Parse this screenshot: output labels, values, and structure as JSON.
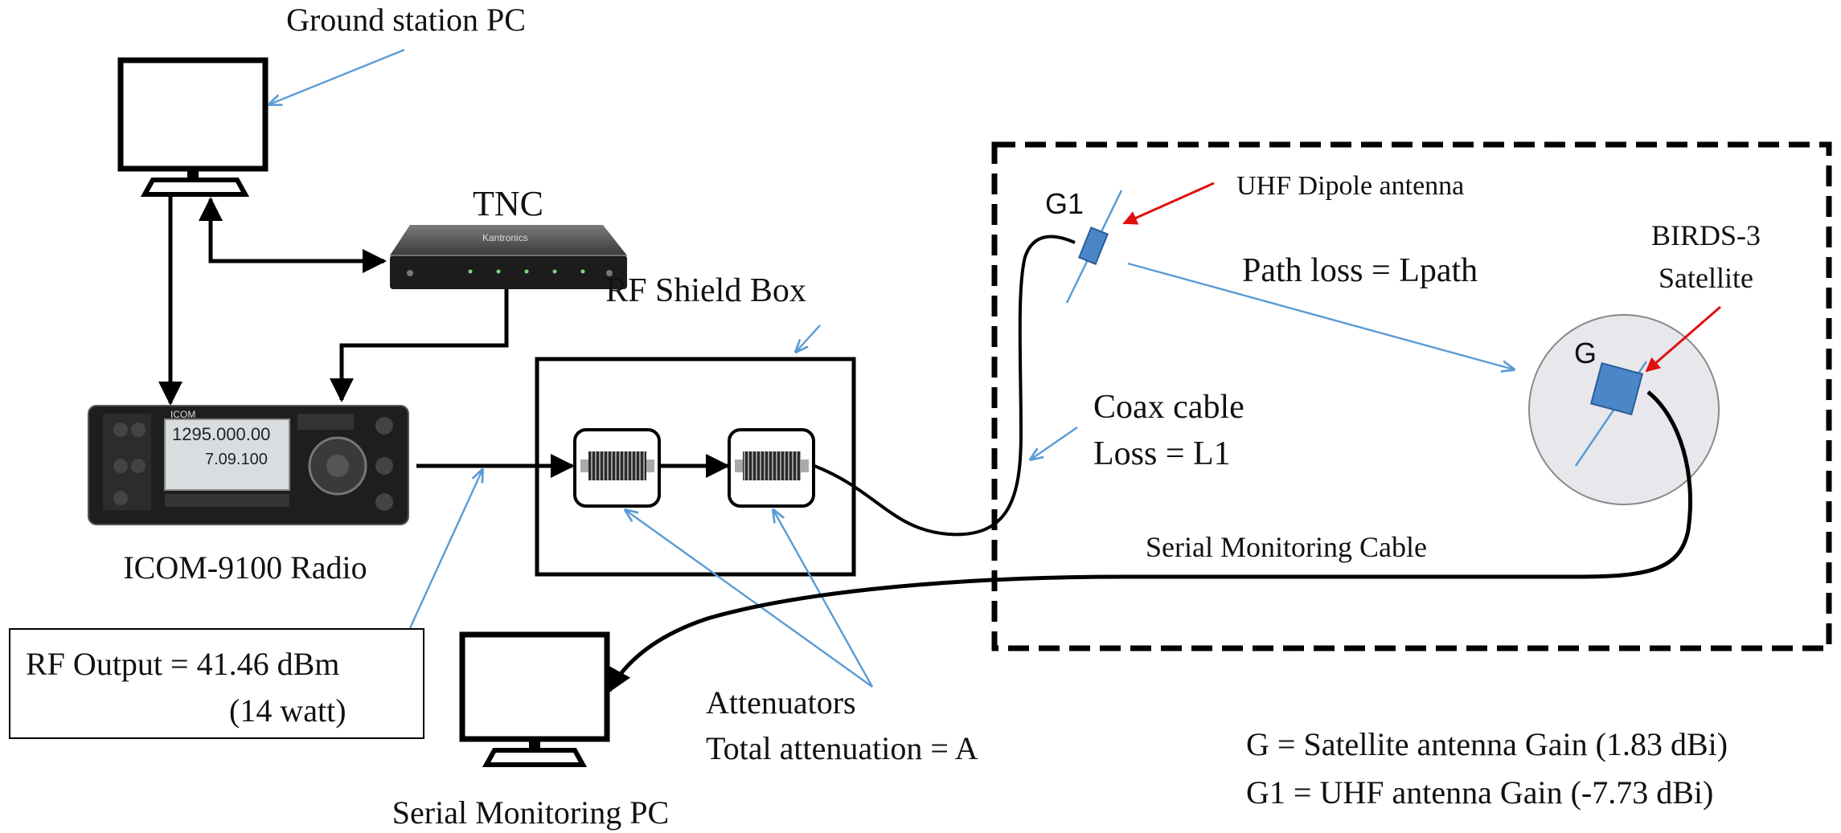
{
  "labels": {
    "ground_station_pc": "Ground station PC",
    "tnc": "TNC",
    "rf_shield_box": "RF Shield Box",
    "uhf_dipole": "UHF Dipole antenna",
    "g1": "G1",
    "path_loss": "Path loss = Lpath",
    "satellite_line1": "BIRDS-3",
    "satellite_line2": "Satellite",
    "g": "G",
    "coax_line1": "Coax cable",
    "coax_line2": "Loss = L1",
    "icom_radio": "ICOM-9100 Radio",
    "serial_cable": "Serial Monitoring Cable",
    "rf_output_line1": "RF Output = 41.46 dBm",
    "rf_output_line2": "(14 watt)",
    "attenuators_line1": "Attenuators",
    "attenuators_line2": "Total attenuation = A",
    "legend_g": "G = Satellite antenna Gain (1.83 dBi)",
    "legend_g1": "G1 = UHF antenna Gain (-7.73 dBi)",
    "serial_pc": "Serial Monitoring PC"
  },
  "device_text": {
    "radio_display_freq1": "1295.000.00",
    "radio_display_freq2": "7.09.100",
    "radio_brand": "ICOM",
    "tnc_brand": "Kantronics"
  },
  "colors": {
    "callout_arrow": "#5b9bd5",
    "red_arrow": "#e01010",
    "antenna_fill": "#4a86c8",
    "satellite_circle": "#e8e8ec"
  }
}
